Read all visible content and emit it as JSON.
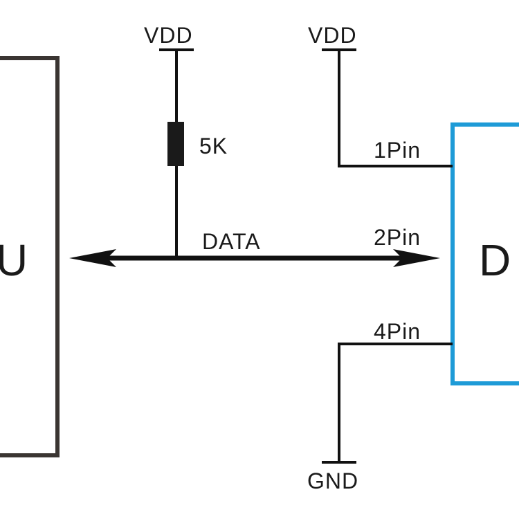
{
  "diagram": {
    "mcu_block": {
      "label_fragment": "U",
      "border_color": "#3a3532"
    },
    "sensor_block": {
      "label_fragment": "D",
      "border_color": "#1e9bd7"
    },
    "resistor": {
      "label": "5K"
    },
    "power": {
      "vdd_left": "VDD",
      "vdd_right": "VDD",
      "gnd": "GND"
    },
    "bus": {
      "label": "DATA"
    },
    "pins": {
      "pin1": "1Pin",
      "pin2": "2Pin",
      "pin4": "4Pin"
    }
  }
}
